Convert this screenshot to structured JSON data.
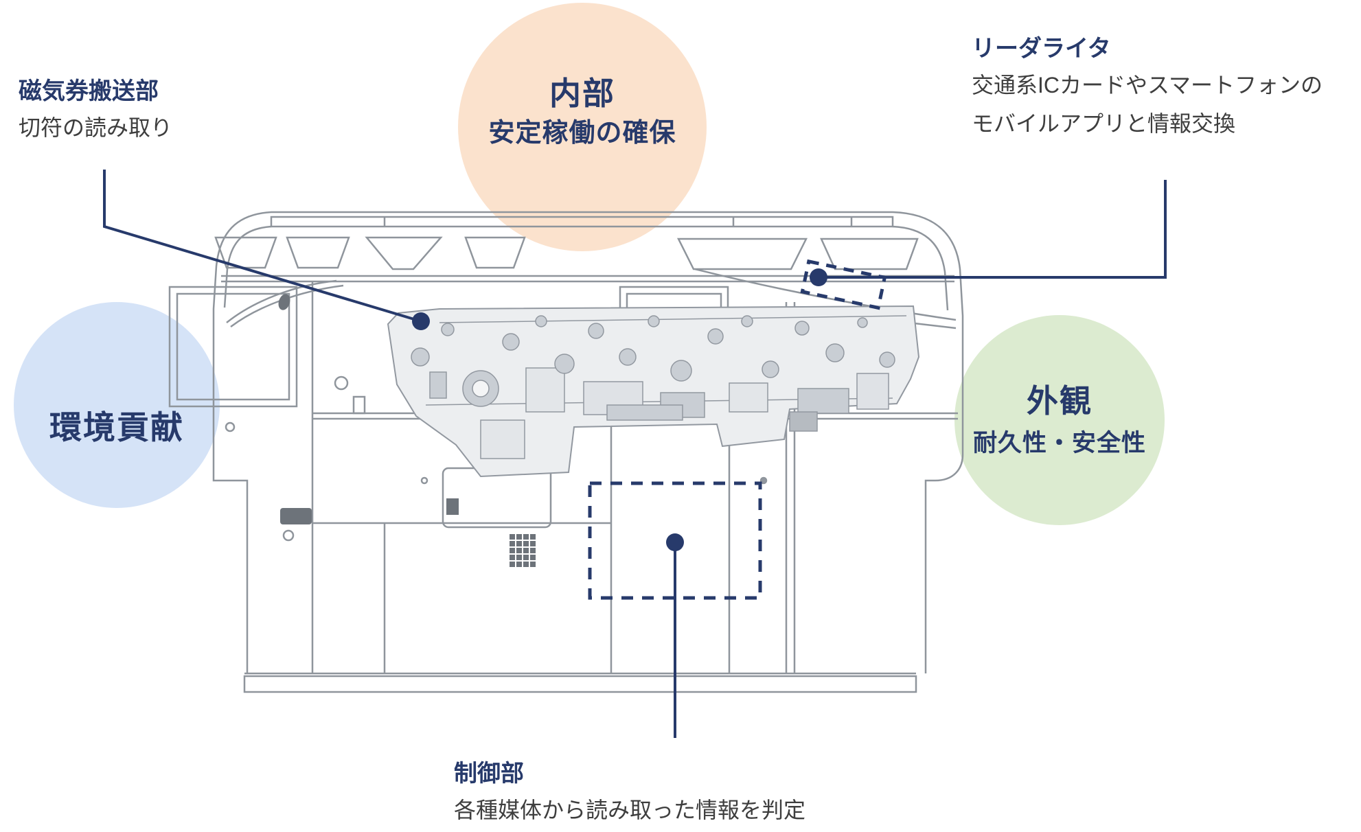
{
  "annotations": {
    "magnetic": {
      "title": "磁気券搬送部",
      "desc": "切符の読み取り"
    },
    "reader": {
      "title": "リーダライタ",
      "desc_line1": "交通系ICカードやスマートフォンの",
      "desc_line2": "モバイルアプリと情報交換"
    },
    "control": {
      "title": "制御部",
      "desc": "各種媒体から読み取った情報を判定"
    },
    "interior": {
      "title": "内部",
      "subtitle": "安定稼働の確保"
    },
    "environment": {
      "title": "環境貢献"
    },
    "exterior": {
      "title": "外観",
      "subtitle": "耐久性・安全性"
    }
  },
  "colors": {
    "navy": "#273a6b",
    "ink": "#3e3e3e",
    "peach": "#fbe2cd",
    "blue": "#d5e3f7",
    "green": "#dcebd0"
  }
}
